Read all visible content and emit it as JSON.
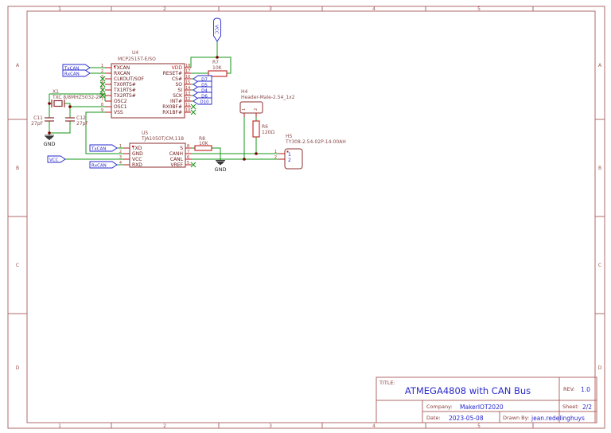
{
  "colors": {
    "wire_green": "#159415",
    "component_outline": "#8d2f2f",
    "resistor_red": "#c43131",
    "pin_red": "#b51a1a",
    "net_blue": "#2626cc",
    "frame_salmon": "#b06868",
    "label_maroon": "#8a4a4a",
    "junction": "#7a0000"
  },
  "frame": {
    "columns": [
      "1",
      "2",
      "3",
      "4",
      "5"
    ],
    "rows": [
      "A",
      "B",
      "C",
      "D"
    ]
  },
  "title_block": {
    "title_label": "TITLE:",
    "title": "ATMEGA4808 with CAN Bus",
    "rev_label": "REV:",
    "rev": "1.0",
    "company_label": "Company:",
    "company": "MakerIOT2020",
    "sheet_label": "Sheet:",
    "sheet": "2/2",
    "date_label": "Date:",
    "date": "2023-05-08",
    "drawn_by_label": "Drawn By:",
    "drawn_by": "jean.redelinghuys"
  },
  "components": {
    "u4": {
      "ref": "U4",
      "value": "MCP2515T-E/SO",
      "left_pins": [
        {
          "num": "1",
          "name": "TXCAN"
        },
        {
          "num": "2",
          "name": "RXCAN"
        },
        {
          "num": "3",
          "name": "CLKOUT/SOF"
        },
        {
          "num": "4",
          "name": "TX0RTS#"
        },
        {
          "num": "5",
          "name": "TX1RTS#"
        },
        {
          "num": "6",
          "name": "TX2RTS#"
        },
        {
          "num": "7",
          "name": "OSC2"
        },
        {
          "num": "8",
          "name": "OSC1"
        },
        {
          "num": "9",
          "name": "VSS"
        }
      ],
      "right_pins": [
        {
          "num": "18",
          "name": "VDD"
        },
        {
          "num": "17",
          "name": "RESET#"
        },
        {
          "num": "16",
          "name": "CS#"
        },
        {
          "num": "15",
          "name": "SO"
        },
        {
          "num": "14",
          "name": "SI"
        },
        {
          "num": "13",
          "name": "SCK"
        },
        {
          "num": "12",
          "name": "INT#"
        },
        {
          "num": "11",
          "name": "RX0BF#"
        },
        {
          "num": "10",
          "name": "RX1BF#"
        }
      ]
    },
    "u5": {
      "ref": "U5",
      "value": "TJA1050T/CM,118",
      "left_pins": [
        {
          "num": "1",
          "name": "TXD"
        },
        {
          "num": "2",
          "name": "GND"
        },
        {
          "num": "3",
          "name": "VCC"
        },
        {
          "num": "4",
          "name": "RXD"
        }
      ],
      "right_pins": [
        {
          "num": "8",
          "name": "S"
        },
        {
          "num": "7",
          "name": "CANH"
        },
        {
          "num": "6",
          "name": "CANL"
        },
        {
          "num": "5",
          "name": "VREF"
        }
      ]
    },
    "x1": {
      "ref": "X1",
      "value": "TXC 8/8MHZ5032-2P"
    },
    "c11": {
      "ref": "C11",
      "value": "27pF"
    },
    "c12": {
      "ref": "C12",
      "value": "27pF"
    },
    "r7": {
      "ref": "R7",
      "value": "10K"
    },
    "r8": {
      "ref": "R8",
      "value": "10K"
    },
    "r6": {
      "ref": "R6",
      "value": "120Ω"
    },
    "h4": {
      "ref": "H4",
      "value": "Header-Male-2.54_1x2",
      "pins": [
        {
          "num": "1"
        },
        {
          "num": "2"
        }
      ]
    },
    "h5": {
      "ref": "H5",
      "value": "TY308-2.54-02P-14-00AH",
      "pins": [
        {
          "num": "1"
        },
        {
          "num": "2"
        }
      ]
    }
  },
  "ports": {
    "txcan": "TxCAN",
    "rxcan": "RxCAN",
    "vcc": "VCC",
    "gnd": "GND"
  },
  "net_labels": [
    "D7",
    "D5",
    "D4",
    "D6",
    "D10"
  ]
}
